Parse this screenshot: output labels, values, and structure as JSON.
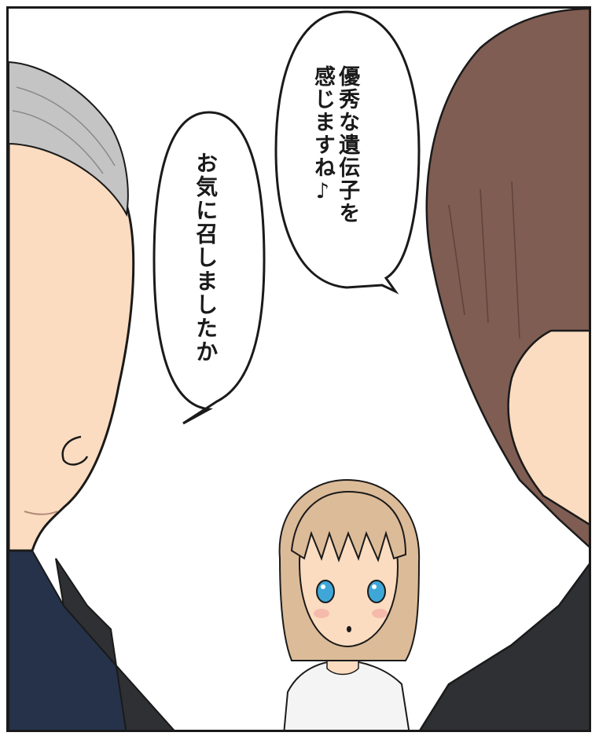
{
  "panel": {
    "balloons": {
      "right": {
        "lines": [
          "優秀な遺伝子を",
          "感じますね♪"
        ]
      },
      "left": {
        "lines": [
          "お気に召しましたか"
        ]
      }
    }
  },
  "colors": {
    "skin": "#fbdcc0",
    "woman_hair": "#7f5d52",
    "old_man_hair": "#c4c4c4",
    "girl_hair": "#dcbb98",
    "girl_eyes": "#3fa7d8",
    "suit_navy": "#25324a",
    "suit_dark": "#2e3033",
    "line": "#1a1a1a"
  }
}
